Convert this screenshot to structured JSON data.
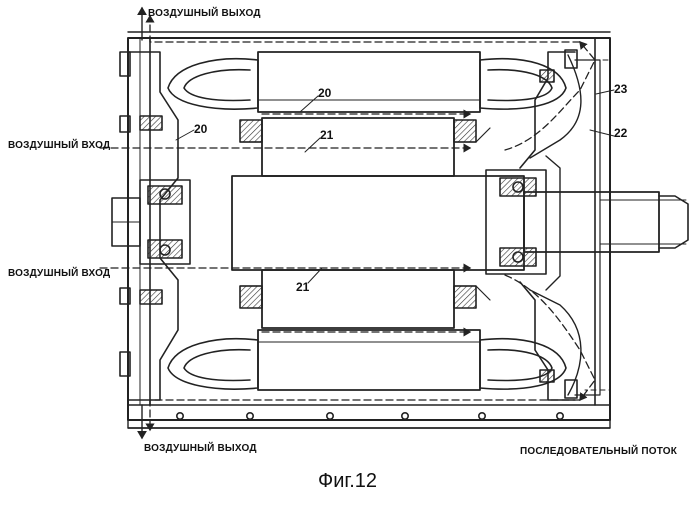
{
  "labels": {
    "air_outlet_top": "ВОЗДУШНЫЙ ВЫХОД",
    "air_inlet_upper": "ВОЗДУШНЫЙ ВХОД",
    "air_inlet_lower": "ВОЗДУШНЫЙ ВХОД",
    "air_outlet_bottom": "ВОЗДУШНЫЙ ВЫХОД",
    "serial_flow": "ПОСЛЕДОВАТЕЛЬНЫЙ ПОТОК"
  },
  "callouts": {
    "n20_a": "20",
    "n20_b": "20",
    "n21_a": "21",
    "n21_b": "21",
    "n22": "22",
    "n23": "23"
  },
  "caption": "Фиг.12"
}
